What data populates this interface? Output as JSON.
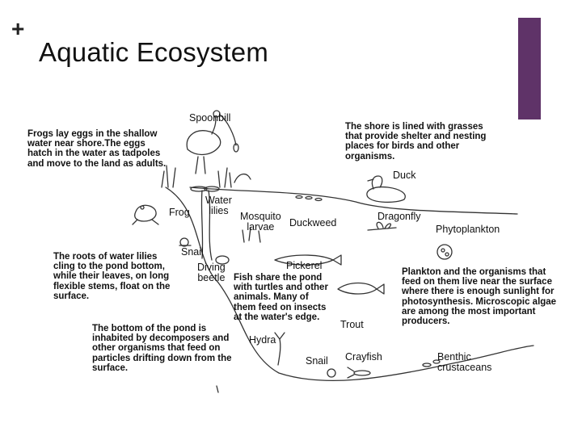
{
  "slide": {
    "plus_symbol": "+",
    "title": "Aquatic Ecosystem",
    "accent_color": "#5f3368"
  },
  "paragraphs": {
    "frogs": "Frogs lay eggs in the shallow\nwater near shore.The eggs\nhatch in the water as tadpoles\nand move to the land as adults.",
    "shore": "The shore is lined with grasses\nthat provide shelter and nesting\nplaces for birds and other\norganisms.",
    "water_lilies": "The roots of water lilies\ncling to the pond bottom,\nwhile their leaves, on long\nflexible stems, float on the\nsurface.",
    "pickerel": "Fish share the pond\nwith turtles and other\nanimals.  Many of\nthem feed on insects\nat the water's edge.",
    "plankton": "Plankton and the organisms that\nfeed on them live near the surface\nwhere there is enough sunlight for\nphotosynthesis. Microscopic algae\nare among the most important\nproducers.",
    "bottom": "The bottom of the pond is\ninhabited by decomposers and\nother organisms that feed on\nparticles drifting down from the\nsurface."
  },
  "labels": {
    "spoonbill": "Spoonbill",
    "duck": "Duck",
    "water_lilies": "Water\nlilies",
    "frog": "Frog",
    "mosquito": "Mosquito\nlarvae",
    "duckweed": "Duckweed",
    "dragonfly": "Dragonfly",
    "phytoplankton": "Phytoplankton",
    "snail_top": "Snail",
    "diving_beetle": "Diving\nbeetle",
    "pickerel": "Pickerel",
    "trout": "Trout",
    "hydra": "Hydra",
    "snail_bottom": "Snail",
    "crayfish": "Crayfish",
    "benthic": "Benthic\ncrustaceans"
  }
}
